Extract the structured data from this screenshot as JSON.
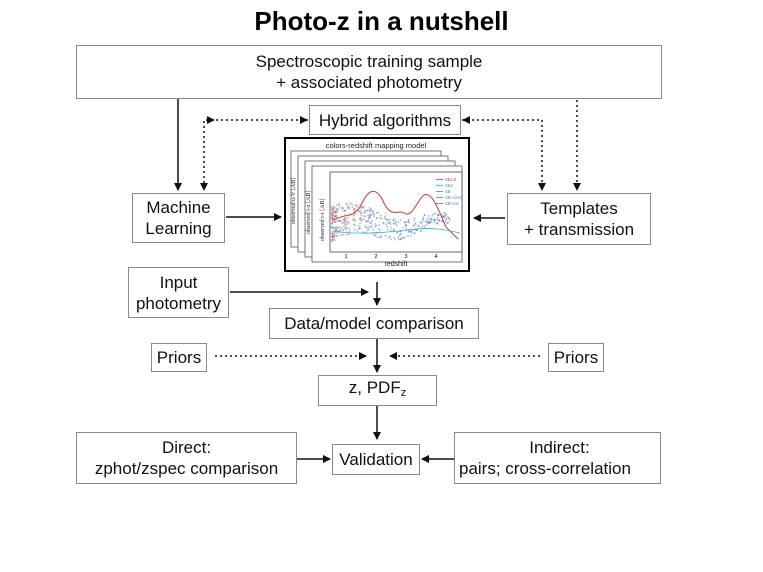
{
  "title": "Photo-z in a nutshell",
  "boxes": {
    "spectroscopic": {
      "line1": "Spectroscopic training sample",
      "line2": "+ associated photometry"
    },
    "hybrid": "Hybrid algorithms",
    "machine_learning": {
      "line1": "Machine",
      "line2": "Learning"
    },
    "templates": {
      "line1": "Templates",
      "line2": "+ transmission"
    },
    "input_photometry": {
      "line1": "Input",
      "line2": "photometry"
    },
    "data_model": "Data/model comparison",
    "priors_left": "Priors",
    "priors_right": "Priors",
    "z_pdf": {
      "prefix": "z, PDF",
      "sub": "z"
    },
    "validation": "Validation",
    "direct": {
      "line1": "Direct:",
      "line2": "zphot/zspec comparison"
    },
    "indirect": {
      "line1": "Indirect:",
      "line2": "pairs; cross-correlation"
    }
  },
  "thumbnail": {
    "panel_title": "colors-redshift mapping model",
    "xlabel": "redshift",
    "ylabel_front": "observed r-i [AB]",
    "ylabel_mid": "observed i-z [AB]",
    "ylabel_back": "observed u-V [AB]",
    "x_ticks": [
      "1",
      "2",
      "3",
      "4"
    ],
    "legend": [
      "Sb1.6",
      "SB5",
      "SB",
      "SB+cont",
      "SB+ext"
    ],
    "colors": {
      "scatter_blue": "#5a7fb5",
      "scatter_red": "#e2553a",
      "curve_red": "#d0332a",
      "cyan": "#27b7d9"
    }
  }
}
